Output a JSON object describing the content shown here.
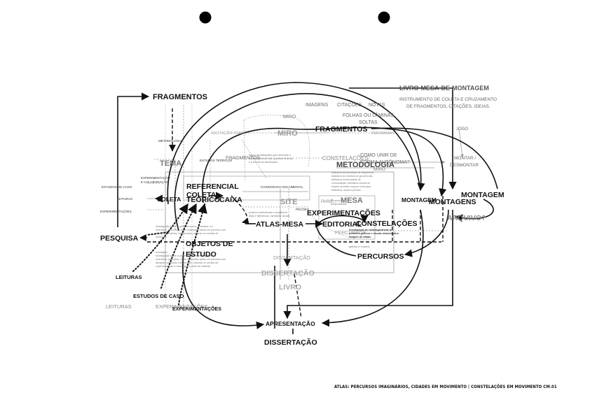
{
  "colors": {
    "ink": "#111111",
    "grey": "#888888",
    "light_grey": "#a3a3a3"
  },
  "labels": {
    "fragmentos_top": "FRAGMENTOS",
    "fragmentos_mid": "FRAGMENTOS",
    "fragmentos_small": "FRAGMENTOS",
    "livro_mesa_title": "LIVRO-MESA-DE-MONTAGEM",
    "livro_mesa_desc_1": "INSTRUMENTO DE COLETA E CRUZAMENTO",
    "livro_mesa_desc_2": "DE FRAGMENTOS, CITAÇÕES, IDEIAS.",
    "imagens": "IMAGENS",
    "citacoes": "CITAÇÕES",
    "notas": "NOTAS",
    "folhas_1": "FOLHAS OU LÂMINAS",
    "folhas_2": "SOLTAS",
    "miro_small": "MIRO",
    "miro_big": "MIRO",
    "miro_inner": "MIRO",
    "anotacao": "ANOTAÇÃO / CADE...",
    "diagramas": "DIAGRAMAS",
    "jogo": "JOGO",
    "montar_1": "MONTAR /",
    "montar_2": "DESMONTAR",
    "metodologia_small": "METODOLOGIA",
    "metodologia_big": "METODOLOGIA",
    "estudos_teoricos": "ESTUDOS TEÓRICOS",
    "tema": "TEMA",
    "constelacoes_grey": "CONSTELAÇÕES",
    "como_unir_1": "COMO UNIR DE",
    "como_unir_2": "FORMA AUTÔNOMA?",
    "referencial": "REFERENCIAL",
    "teorico": "TEÓRICO",
    "coleta_mid": "COLETA",
    "caixa": "CAIXA",
    "coleta_left": "COLETA",
    "estudos_caso_small": "ESTUDOS DE CASO",
    "experimentacao_small_1": "EXPERIMENTAÇÃO",
    "experimentacao_small_2": "E COLABORAÇÃO",
    "leituras_small": "LEITURAS",
    "experimentacoes_small": "EXPERIMENTAÇÕES",
    "montagem_mid": "MONTAGEM",
    "montagens": "MONTAGENS",
    "montagem_right": "MONTAGEM",
    "arquivo": "ARQUIVO?",
    "site": "SITE",
    "mesa": "MESA",
    "painel": "PAINÉ...",
    "experimentacoes_mid": "EXPERIMENTAÇÕES",
    "atlas_mesa": "ATLAS-MESA",
    "editorial": "EDITORIAL",
    "constelacoes_black": "CONSTELAÇÕES",
    "percursos_grey": "PERCURSOS",
    "percursos_black": "PERCURSOS",
    "objetos_1": "OBJETOS DE",
    "objetos_2": "ESTUDO",
    "pesquisa": "PESQUISA",
    "leituras_black": "LEITURAS",
    "estudos_caso_black": "ESTUDOS DE CASO",
    "experimentacoes_black": "EXPERIMENTAÇÕES",
    "leituras_grey": "LEITURAS",
    "experimentacoes_grey": "EXPERIMENTAÇÕES",
    "dissertacao_small": "DISSERTAÇÃO",
    "dissertacao_grey": "DISSERTAÇÃO",
    "livro_grey": "LIVRO",
    "apresentacao": "APRESENTAÇÃO",
    "dissertacao_black": "DISSERTAÇÃO",
    "iconografia": "ICONOGRAFIA DOCUMENTAL",
    "pecoes": "PECÕES",
    "coleta_top": "COLETA"
  },
  "footer": "ATLAS: PERCURSOS IMAGINÁRIOS, CIDADES EM MOVIMENTO  |  CONSTELAÇÕES EM MOVIMENTO   CM.01"
}
